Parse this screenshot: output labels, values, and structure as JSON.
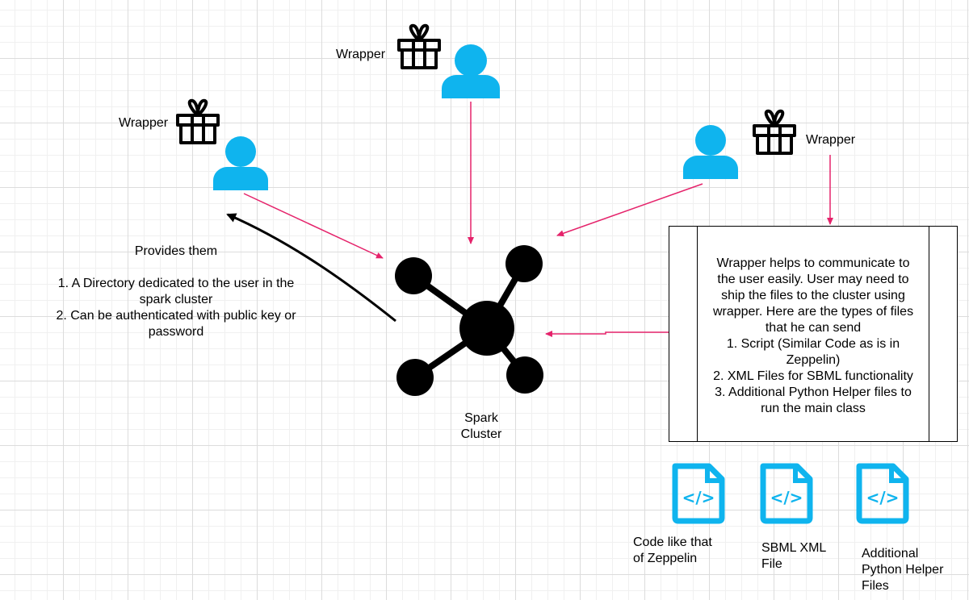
{
  "users": {
    "top": {
      "wrapper_label": "Wrapper"
    },
    "left": {
      "wrapper_label": "Wrapper"
    },
    "right": {
      "wrapper_label": "Wrapper"
    }
  },
  "provides": {
    "title": "Provides them",
    "items": [
      "1. A Directory dedicated to the user in the",
      "spark cluster",
      "2. Can be authenticated with public key or",
      "password"
    ]
  },
  "cluster": {
    "label_line1": "Spark",
    "label_line2": "Cluster"
  },
  "description": {
    "lines": [
      "Wrapper helps to communicate to",
      "the user easily. User may need to",
      "ship the files to the cluster using",
      "wrapper. Here are the types of files",
      "that he can send",
      "1. Script (Similar Code as is in",
      "Zeppelin)",
      "2. XML Files for SBML functionality",
      "3. Additional Python Helper files to",
      "run the main class"
    ]
  },
  "files": [
    {
      "icon": "code-file-icon",
      "label_lines": [
        "Code like that",
        "of Zeppelin"
      ]
    },
    {
      "icon": "code-file-icon",
      "label_lines": [
        "SBML XML",
        "File"
      ]
    },
    {
      "icon": "code-file-icon",
      "label_lines": [
        "Additional",
        "Python Helper",
        "Files"
      ]
    }
  ],
  "colors": {
    "user": "#0fb4ee",
    "arrow": "#e5236b",
    "black": "#000000"
  }
}
